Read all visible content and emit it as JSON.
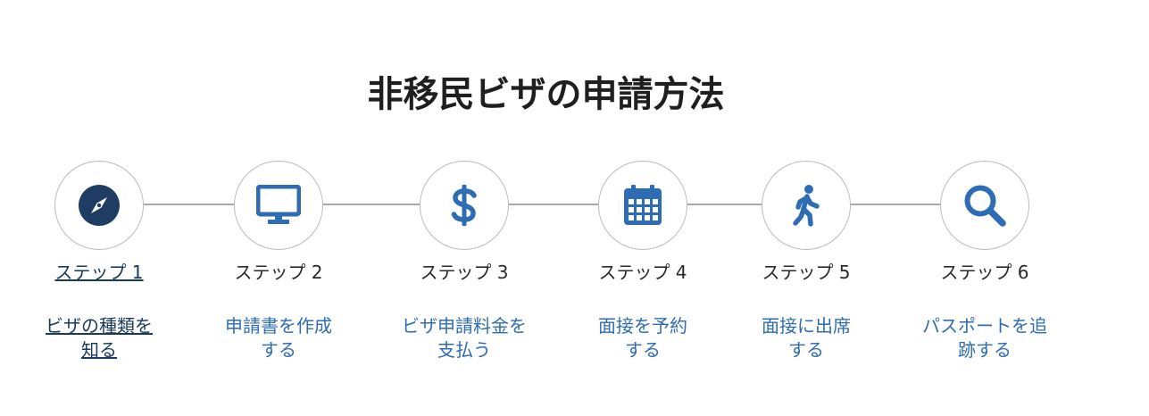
{
  "title": "非移民ビザの申請方法",
  "colors": {
    "accent": "#2e6db4",
    "dark_accent": "#1a3a5c",
    "connector": "#a8a8a8",
    "circle_border": "#bcbcbc"
  },
  "steps": [
    {
      "label": "ステップ 1",
      "desc_line1": "ビザの種類を",
      "desc_line2": "知る",
      "icon": "compass-icon",
      "active": true
    },
    {
      "label": "ステップ 2",
      "desc_line1": "申請書を作成",
      "desc_line2": "する",
      "icon": "monitor-icon",
      "active": false
    },
    {
      "label": "ステップ 3",
      "desc_line1": "ビザ申請料金を",
      "desc_line2": "支払う",
      "icon": "dollar-icon",
      "active": false
    },
    {
      "label": "ステップ 4",
      "desc_line1": "面接を予約",
      "desc_line2": "する",
      "icon": "calendar-icon",
      "active": false
    },
    {
      "label": "ステップ 5",
      "desc_line1": "面接に出席",
      "desc_line2": "する",
      "icon": "walking-person-icon",
      "active": false
    },
    {
      "label": "ステップ 6",
      "desc_line1": "パスポートを追",
      "desc_line2": "跡する",
      "icon": "search-icon",
      "active": false
    }
  ]
}
